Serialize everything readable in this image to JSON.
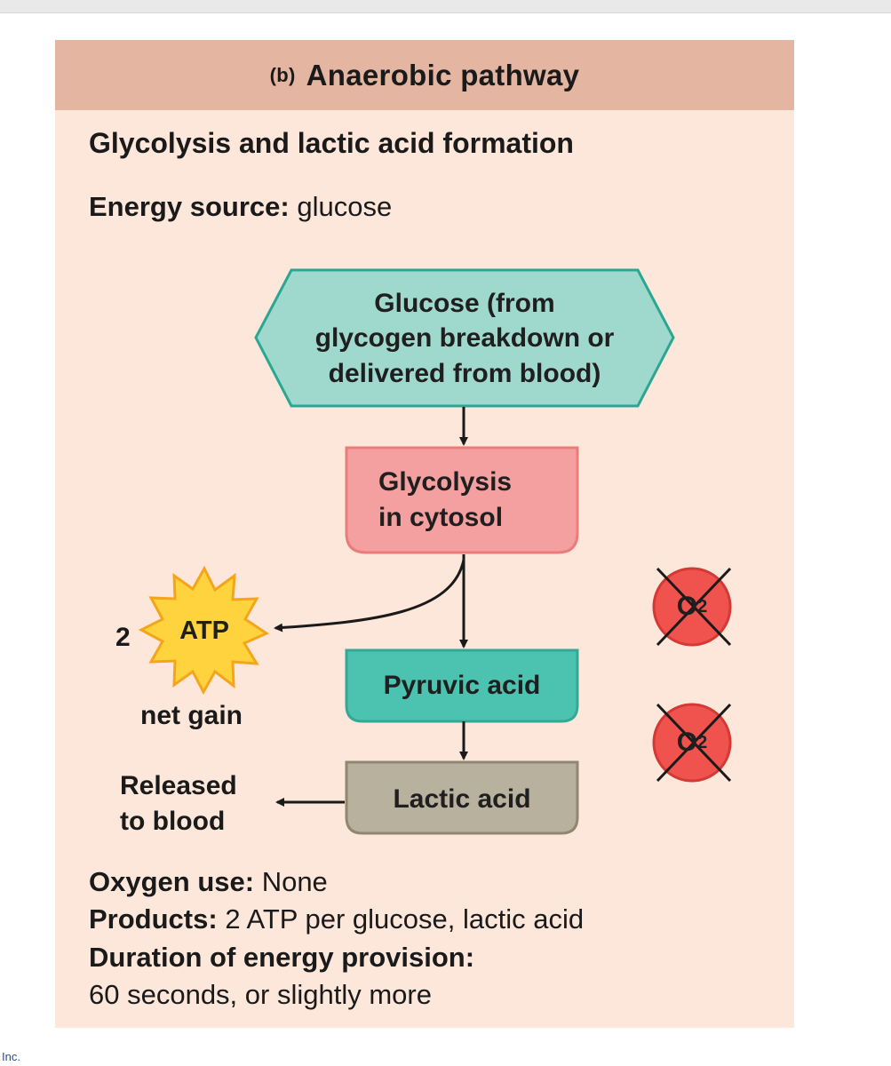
{
  "header": {
    "label_b": "(b)",
    "title": "Anaerobic pathway"
  },
  "subtitle": "Glycolysis and lactic acid formation",
  "energy_source": {
    "label": "Energy source:",
    "value": "glucose"
  },
  "flow": {
    "glucose_box": {
      "line1": "Glucose (from",
      "line2": "glycogen breakdown or",
      "line3": "delivered from blood)"
    },
    "glycolysis_box": {
      "line1": "Glycolysis",
      "line2": "in cytosol"
    },
    "pyruvic_box": "Pyruvic acid",
    "lactic_box": "Lactic acid",
    "atp": {
      "count": "2",
      "label": "ATP",
      "note": "net gain"
    },
    "released": {
      "line1": "Released",
      "line2": "to blood"
    },
    "no_oxygen_symbol": "O2"
  },
  "summary": {
    "oxygen_label": "Oxygen use:",
    "oxygen_value": "None",
    "products_label": "Products:",
    "products_value": "2 ATP per glucose, lactic acid",
    "duration_label": "Duration of energy provision:",
    "duration_value": "60 seconds, or slightly more"
  },
  "footer_note": "Inc.",
  "colors": {
    "panel_bg": "#fde7da",
    "header_bg": "#e4b5a0",
    "glucose_fill": "#9fd8cc",
    "glucose_stroke": "#2aa793",
    "glycolysis_fill": "#f4a0a0",
    "pyruvic_fill": "#4cc2b0",
    "lactic_fill": "#b8b19d",
    "atp_fill": "#ffd33d",
    "no_o2_fill": "#f0524d"
  }
}
